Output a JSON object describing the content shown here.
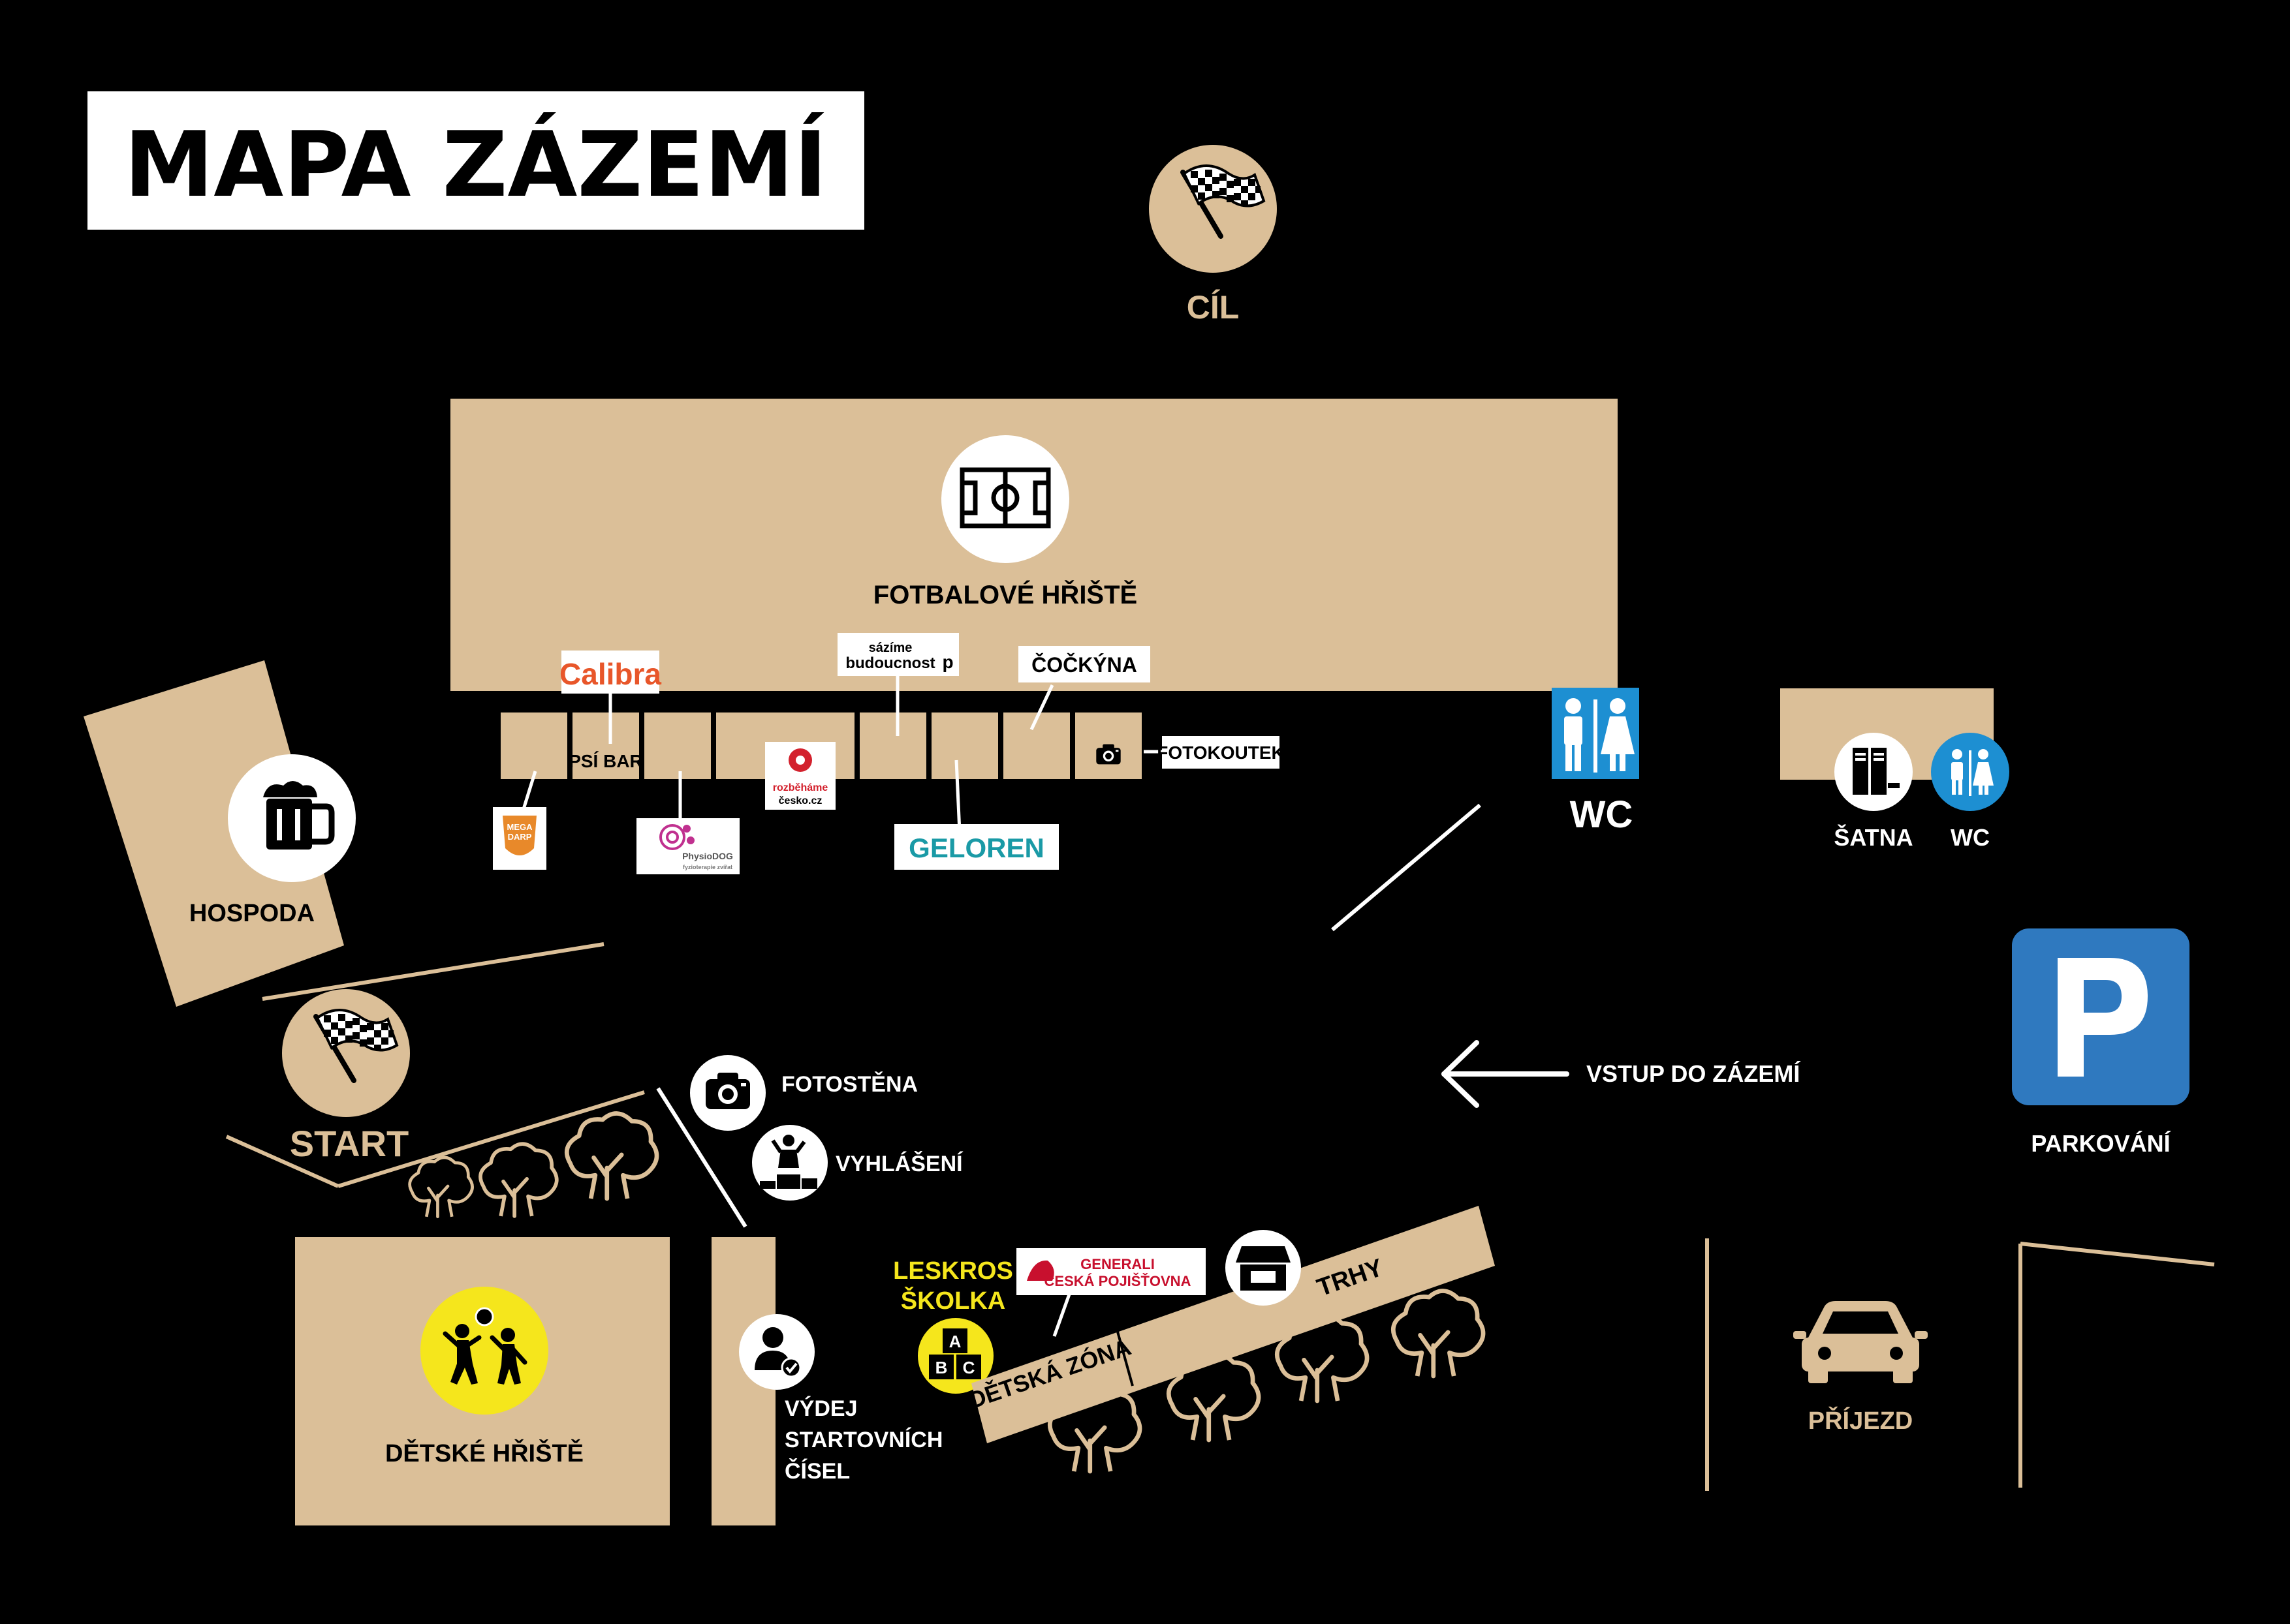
{
  "title": "MAPA ZÁZEMÍ",
  "colors": {
    "background": "#000000",
    "area": "#dbbf98",
    "white": "#ffffff",
    "blue": "#1d8fd2",
    "parking_blue": "#2f79bf",
    "yellow": "#f5e61c",
    "calibra_orange": "#e8562a",
    "generali_red": "#c8102e",
    "geloren_teal": "#1a9aa6"
  },
  "places": {
    "finish": "CÍL",
    "football": "FOTBALOVÉ HŘIŠTĚ",
    "pub": "HOSPODA",
    "start": "START",
    "dog_bar": "PSÍ BAR",
    "photo_corner": "FOTOKOUTEK",
    "wc_main": "WC",
    "wardrobe": "ŠATNA",
    "wc_small": "WC",
    "parking": "PARKOVÁNÍ",
    "entrance": "VSTUP DO ZÁZEMÍ",
    "photo_wall": "FOTOSTĚNA",
    "awards": "VYHLÁŠENÍ",
    "kids_playground": "DĚTSKÉ HŘIŠTĚ",
    "bib_pickup": [
      "VÝDEJ",
      "STARTOVNÍCH",
      "ČÍSEL"
    ],
    "kindergarten": [
      "LESKROS",
      "ŠKOLKA"
    ],
    "kids_zone": "DĚTSKÁ ZÓNA",
    "market": "TRHY",
    "arrival": "PŘÍJEZD"
  },
  "sponsors": {
    "calibra": "Calibra",
    "sazime": [
      "sázíme",
      "budoucnost"
    ],
    "sazime_mark": "p",
    "cockyna": "ČOČKÝNA",
    "geloren": "GELOREN",
    "mega": [
      "MEGA",
      "DARP"
    ],
    "physiodog": [
      "PhysioDOG",
      "fyzioterapie zvířat"
    ],
    "rozbehame": [
      "rozběháme",
      "česko.cz"
    ],
    "generali": [
      "GENERALI",
      "ČESKÁ POJIŠŤOVNA"
    ]
  },
  "abc_letters": [
    "A",
    "B",
    "C"
  ],
  "icons": {
    "finish": "checkered-flag-icon",
    "start": "checkered-flag-icon",
    "football": "football-pitch-icon",
    "pub": "beer-mug-icon",
    "wc": "toilet-people-icon",
    "wardrobe": "lockers-icon",
    "parking": "parking-sign-icon",
    "entrance": "arrow-left-icon",
    "photo": "camera-icon",
    "awards": "podium-icon",
    "playground": "playing-children-icon",
    "bib": "user-check-icon",
    "kindergarten": "abc-blocks-icon",
    "market": "market-stall-icon",
    "arrival": "car-icon",
    "tree": "tree-icon"
  }
}
